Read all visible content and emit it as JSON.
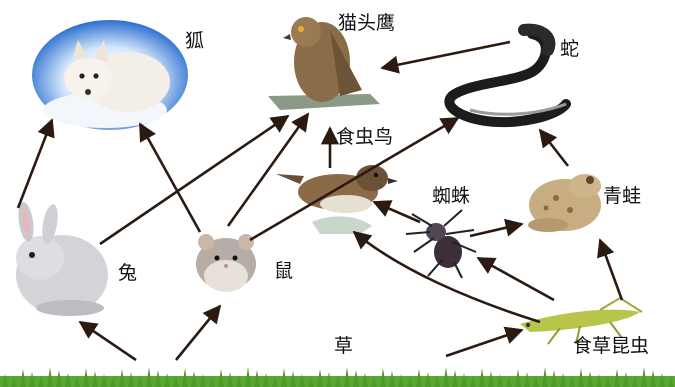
{
  "labels": {
    "fox": "狐",
    "eagle": "猫头鹰",
    "snake": "蛇",
    "insectivorous_bird": "食虫鸟",
    "spider": "蜘蛛",
    "frog": "青蛙",
    "rabbit": "兔",
    "mouse": "鼠",
    "grass": "草",
    "grasshopper": "食草昆虫"
  },
  "colors": {
    "arrow": "#2b1a12",
    "grass": "#4f9a2c",
    "sky": "#2b6fd1"
  }
}
